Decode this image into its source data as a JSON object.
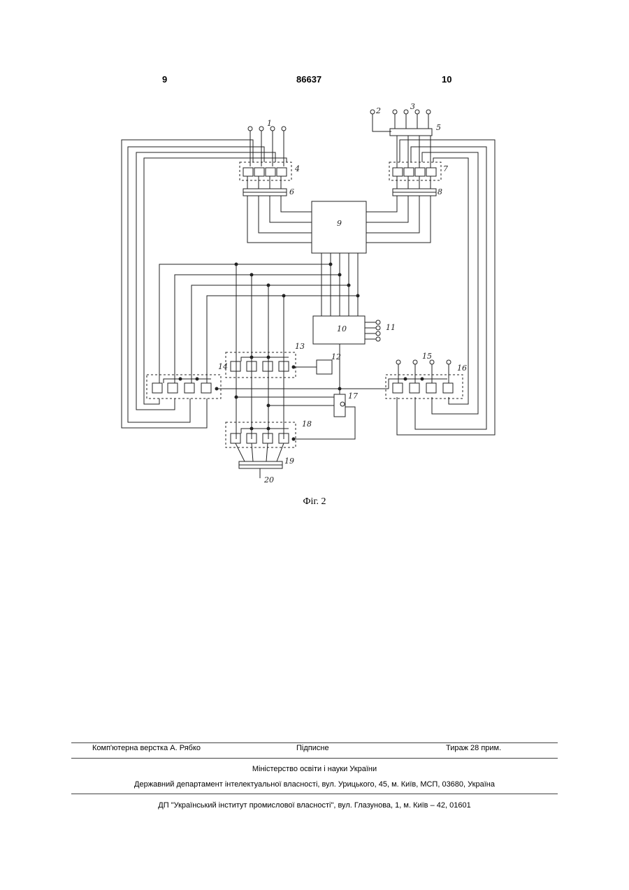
{
  "header": {
    "left_page": "9",
    "patent_number": "86637",
    "right_page": "10"
  },
  "figure": {
    "caption": "Фіг. 2",
    "labels": [
      "1",
      "2",
      "3",
      "4",
      "5",
      "6",
      "7",
      "8",
      "9",
      "10",
      "11",
      "12",
      "13",
      "14",
      "15",
      "16",
      "17",
      "18",
      "19",
      "20"
    ]
  },
  "footer": {
    "layout": "Комп'ютерна верстка А. Рябко",
    "signed": "Підписне",
    "circulation": "Тираж 28 прим.",
    "ministry": "Міністерство освіти і науки України",
    "department": "Державний департамент інтелектуальної власності, вул. Урицького, 45, м. Київ, МСП, 03680, Україна",
    "institute": "ДП \"Український інститут промислової власності\", вул. Глазунова, 1, м. Київ – 42, 01601"
  }
}
